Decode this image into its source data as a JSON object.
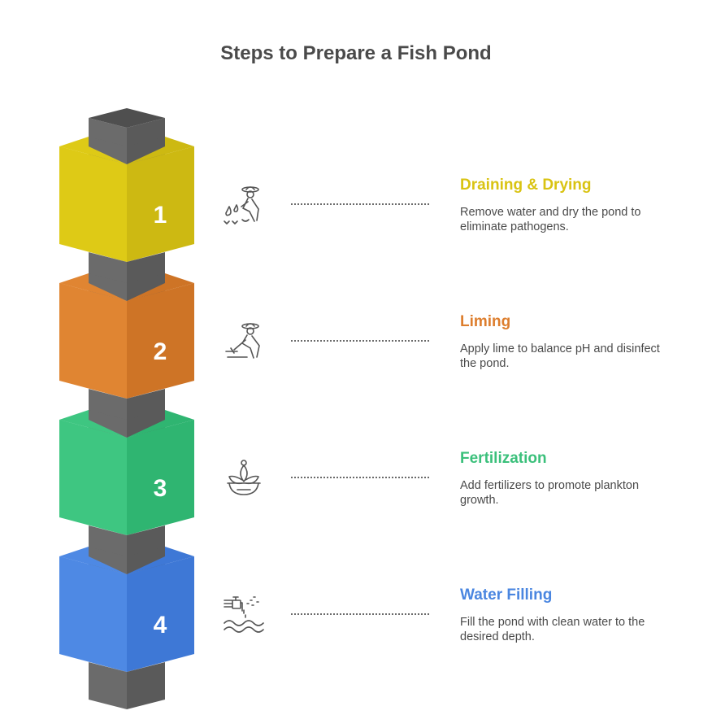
{
  "title": "Steps to Prepare a Fish Pond",
  "colors": {
    "connector": "#666666",
    "title_text": "#4a4a4a"
  },
  "steps": [
    {
      "number": "1",
      "title": "Draining & Drying",
      "description": "Remove water and dry the pond to eliminate pathogens.",
      "color": "#DECA16",
      "color_dark": "#CDB912",
      "title_color": "#D9C312",
      "icon": "farmer-draining-icon"
    },
    {
      "number": "2",
      "title": "Liming",
      "description": "Apply lime to balance pH and disinfect the pond.",
      "color": "#E08532",
      "color_dark": "#CE7426",
      "title_color": "#DD7E2E",
      "icon": "farmer-liming-icon"
    },
    {
      "number": "3",
      "title": "Fertilization",
      "description": "Add fertilizers to promote plankton growth.",
      "color": "#3EC681",
      "color_dark": "#2FB571",
      "title_color": "#3BC07B",
      "icon": "plant-bowl-icon"
    },
    {
      "number": "4",
      "title": "Water Filling",
      "description": "Fill the pond with clean water to the desired depth.",
      "color": "#4E89E4",
      "color_dark": "#3E78D6",
      "title_color": "#4A86E0",
      "icon": "water-tap-icon"
    }
  ]
}
